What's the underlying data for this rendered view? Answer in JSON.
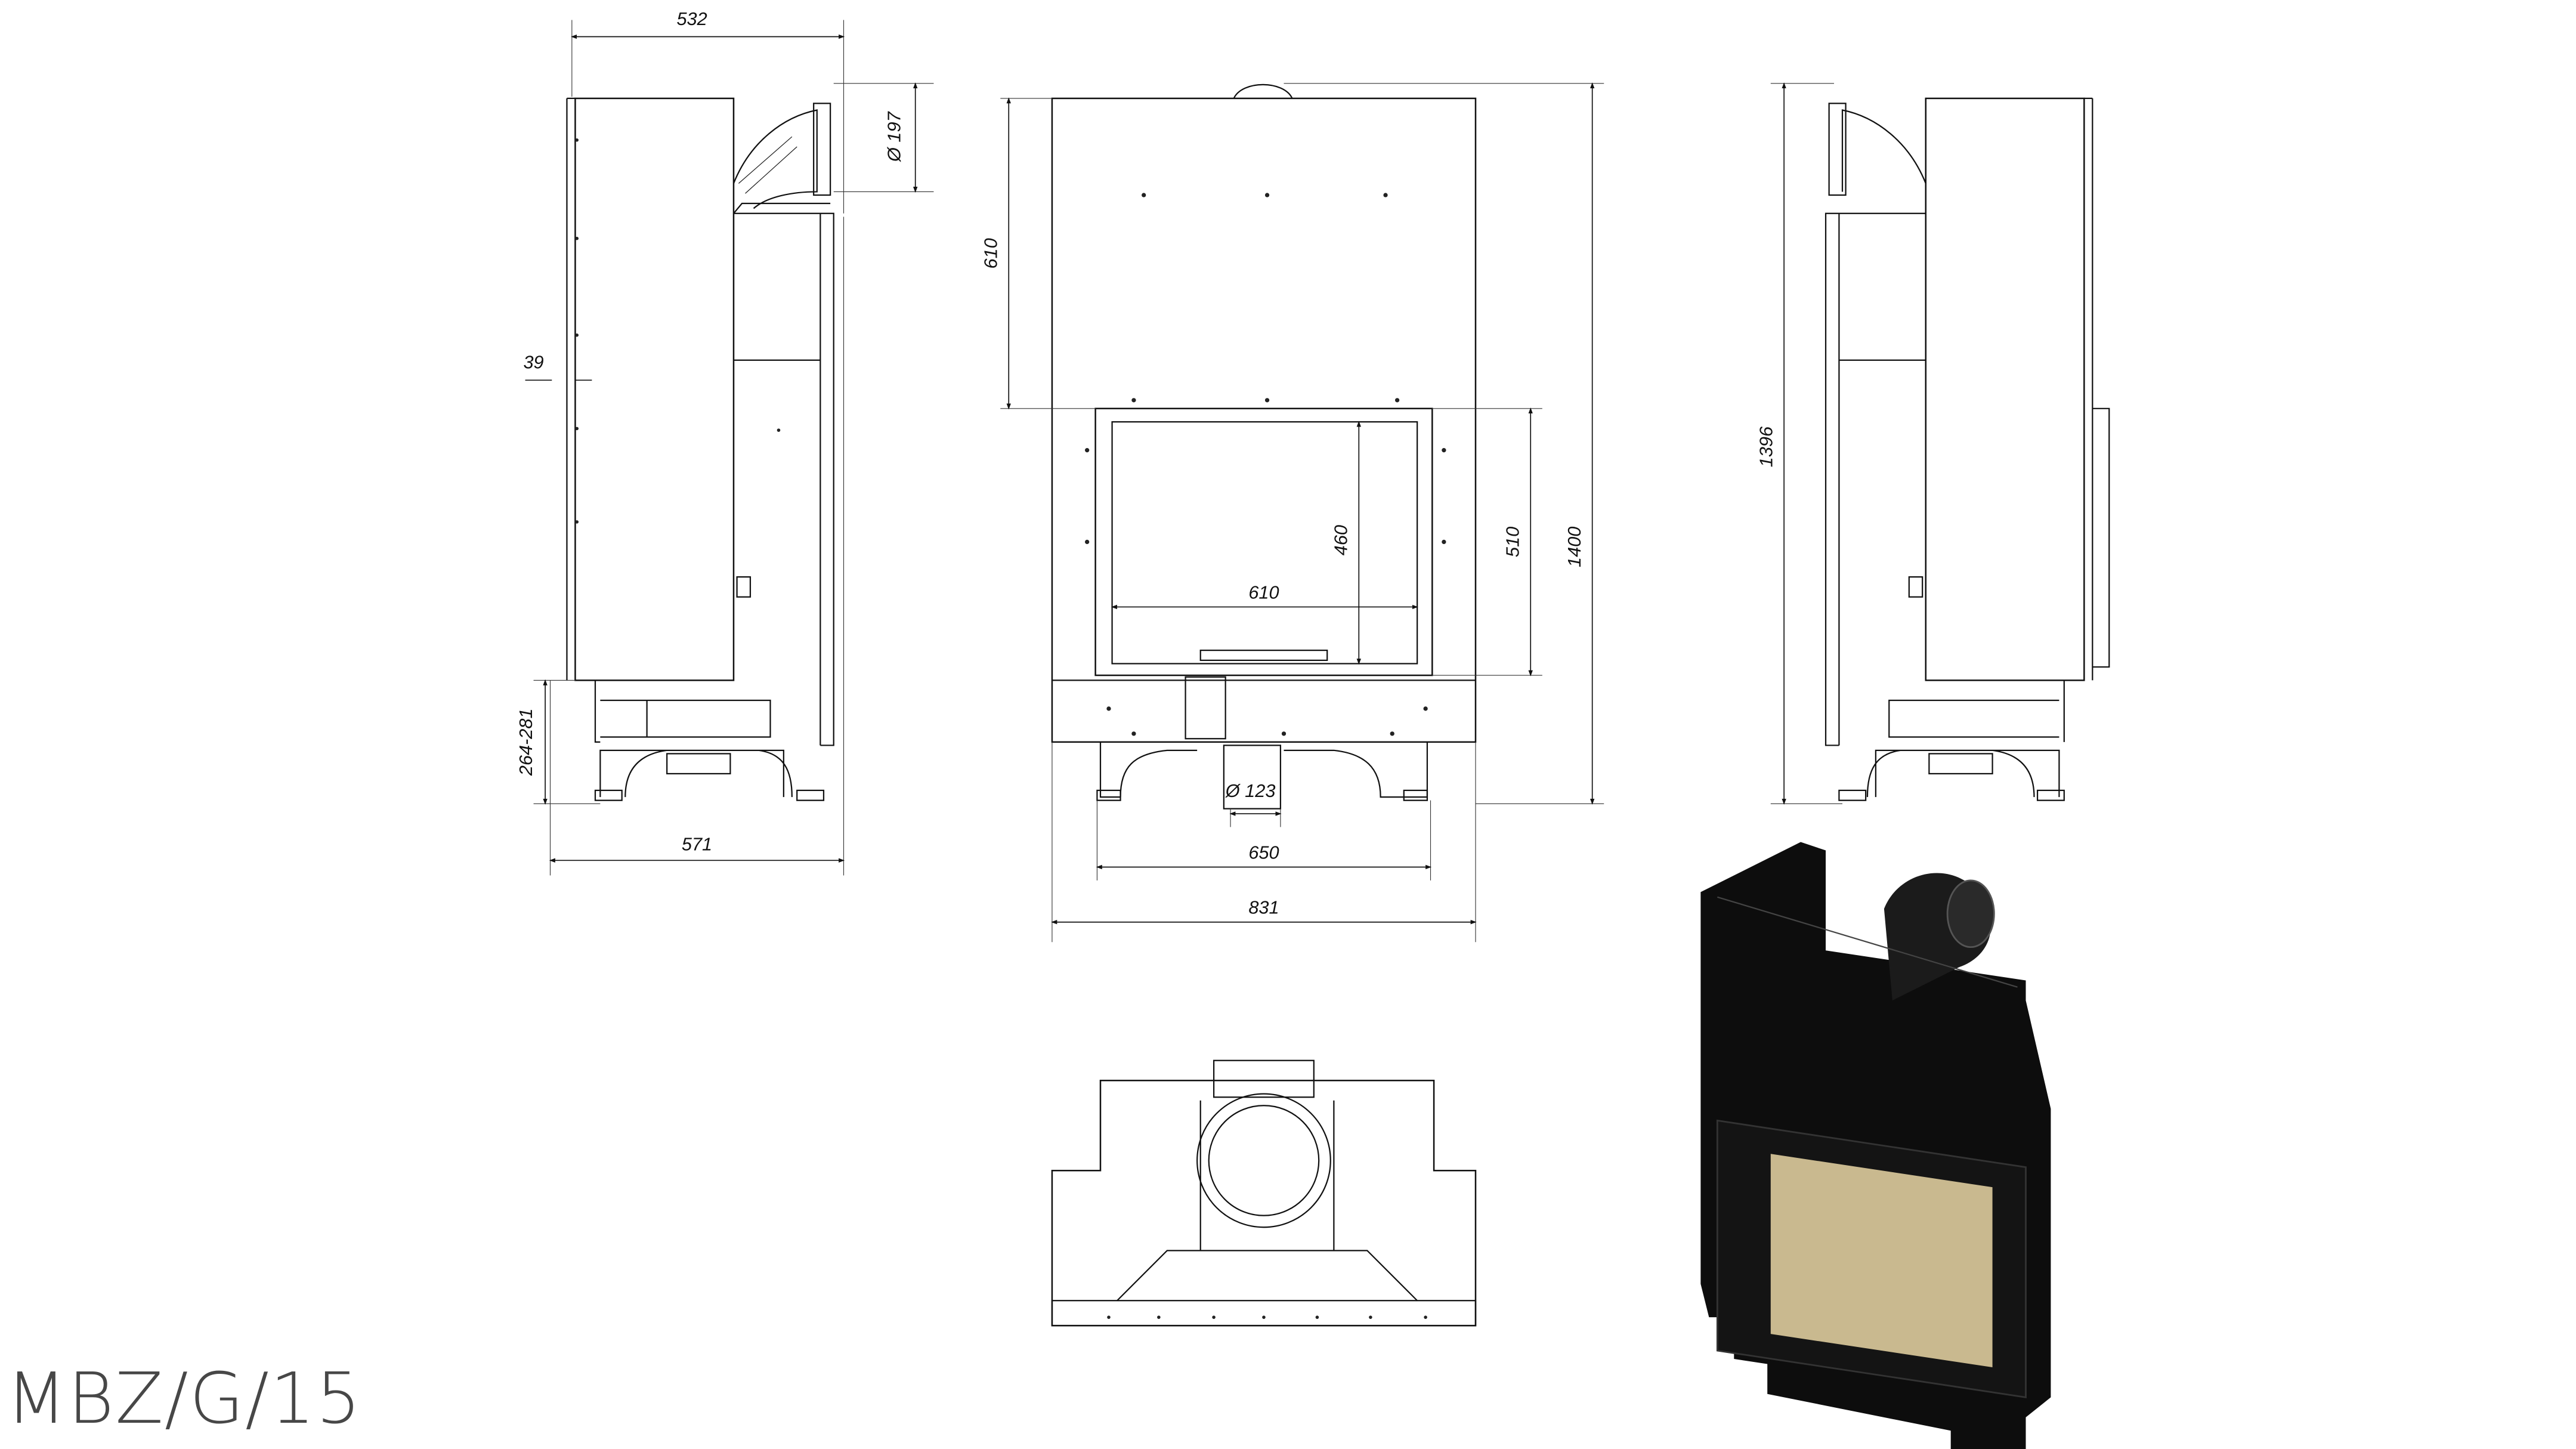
{
  "model": "MBZ/G/15",
  "dimensions": {
    "side_depth_top": "532",
    "flue_diameter": "Ø 197",
    "front_offset": "39",
    "leg_height": "264-281",
    "side_depth_bottom": "571",
    "upper_height": "610",
    "glass_height": "460",
    "glass_width": "610",
    "door_height": "510",
    "total_height_front": "1400",
    "air_inlet_diameter": "Ø 123",
    "base_width": "650",
    "total_width": "831",
    "total_height_side": "1396"
  },
  "colors": {
    "line": "#111111",
    "label": "#474747",
    "glass": "#c9b98f",
    "body_3d": "#0d0d0d"
  }
}
